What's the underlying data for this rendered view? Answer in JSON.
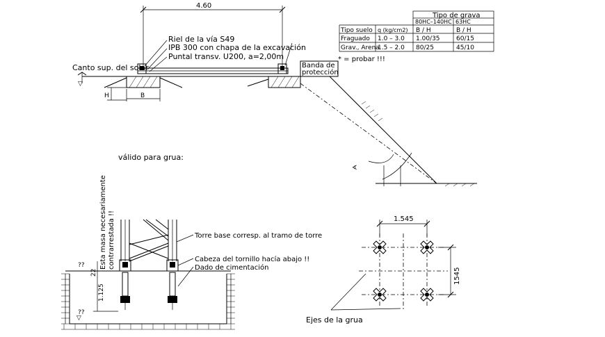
{
  "top_view": {
    "dimension": "4.60",
    "label_riel": "Riel de la vía S49",
    "label_ipb": "IPB 300 con chapa de la excavación",
    "label_puntal": "Puntal transv. U200, a=2,00m",
    "label_canto": "Canto sup. del solar",
    "label_banda_1": "Banda de",
    "label_banda_2": "protección",
    "label_probar": "* = probar !!!",
    "label_h": "H",
    "label_b": "B"
  },
  "table": {
    "title": "Tipo de grava",
    "sub_headers": [
      "80HC–140HC",
      "63HC"
    ],
    "rows": [
      {
        "c1": "Tipo suelo",
        "c2": "q (kg/cm2)",
        "c3": "B / H",
        "c4": "B / H"
      },
      {
        "c1": "Fraguado",
        "c2": "1.0 – 3.0",
        "c3": "1.00/35",
        "c4": "60/15"
      },
      {
        "c1": "Grav., Arena",
        "c2": "1.5 – 2.0",
        "c3": "80/25",
        "c4": "45/10"
      }
    ]
  },
  "crane_section": {
    "title": "válido para grua:",
    "vertical_note_1": "Esta masa necesariamente",
    "vertical_note_2": "contrarrestada !!",
    "label_torre": "Torre base corresp. al tramo de torre",
    "label_cabeza": "Cabeza del tornillo hacía abajo !!",
    "label_dado": "Dado de cimentación",
    "dim_22": "22",
    "dim_1125": "1.125",
    "level_mark": "??"
  },
  "plan_view": {
    "dim_horizontal": "1.545",
    "dim_vertical": "1545",
    "label_ejes": "Ejes de la grua"
  }
}
